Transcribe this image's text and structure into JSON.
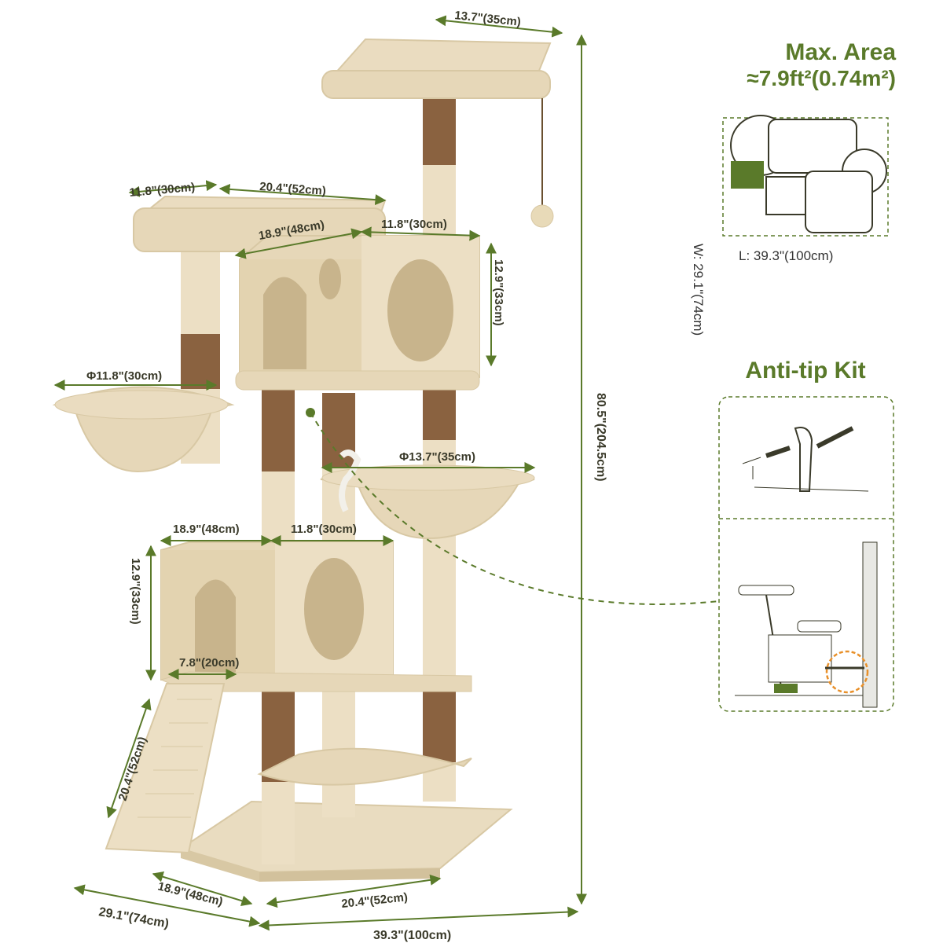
{
  "colors": {
    "accent": "#5a7a2a",
    "beige": "#e9dcc0",
    "beige_dark": "#d8c8a4",
    "sisal": "#8a6240",
    "text": "#3a3a2a"
  },
  "max_area": {
    "title": "Max. Area",
    "value": "≈7.9ft²(0.74m²)",
    "width_label": "W: 29.1\"(74cm)",
    "length_label": "L: 39.3\"(100cm)"
  },
  "anti_tip": {
    "title": "Anti-tip Kit"
  },
  "dimensions": {
    "top_perch_width": "13.7\"(35cm)",
    "total_height": "80.5\"(204.5cm)",
    "left_perch_depth": "11.8\"(30cm)",
    "left_perch_width": "20.4\"(52cm)",
    "upper_condo_width": "18.9\"(48cm)",
    "upper_condo_depth": "11.8\"(30cm)",
    "upper_condo_height": "12.9\"(33cm)",
    "left_basket": "Φ11.8\"(30cm)",
    "right_basket": "Φ13.7\"(35cm)",
    "lower_condo_width": "18.9\"(48cm)",
    "lower_condo_depth": "11.8\"(30cm)",
    "lower_condo_height": "12.9\"(33cm)",
    "ramp_width": "7.8\"(20cm)",
    "ramp_length": "20.4\"(52cm)",
    "base_depth": "18.9\"(48cm)",
    "base_width": "20.4\"(52cm)",
    "footprint_depth": "29.1\"(74cm)",
    "footprint_width": "39.3\"(100cm)"
  }
}
